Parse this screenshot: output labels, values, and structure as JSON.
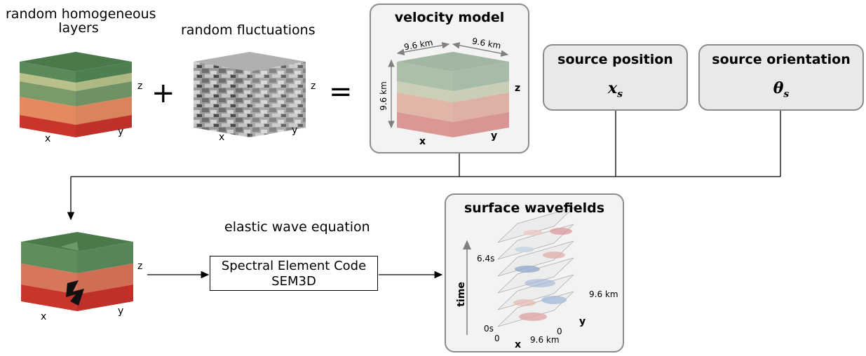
{
  "labels": {
    "random_layers": [
      "random homogeneous",
      "layers"
    ],
    "random_fluct": "random fluctuations",
    "elastic": "elastic wave equation"
  },
  "operators": {
    "plus": "+",
    "equals": "="
  },
  "cube1": {
    "z": "z",
    "x": "x",
    "y": "y"
  },
  "cube2": {
    "z": "z",
    "x": "x",
    "y": "y"
  },
  "cube3": {
    "z": "z",
    "x": "x",
    "y": "y"
  },
  "velocity_model": {
    "title": "velocity model",
    "dim_top_left": "9.6 km",
    "dim_top_right": "9.6 km",
    "dim_side": "9.6 km",
    "z": "z",
    "x": "x",
    "y": "y"
  },
  "source_position": {
    "title": "source position",
    "symbol": "x",
    "subscript": "s"
  },
  "source_orientation": {
    "title": "source orientation",
    "symbol": "θ",
    "subscript": "s"
  },
  "sem": {
    "line1": "Spectral Element Code",
    "line2": "SEM3D"
  },
  "surface": {
    "title": "surface wavefields",
    "time": "time",
    "t_top": "6.4s",
    "t_bottom": "0s",
    "y_max": "9.6 km",
    "y_label": "y",
    "y_zero": "0",
    "x_zero": "0",
    "x_label": "x",
    "x_max": "9.6 km"
  }
}
